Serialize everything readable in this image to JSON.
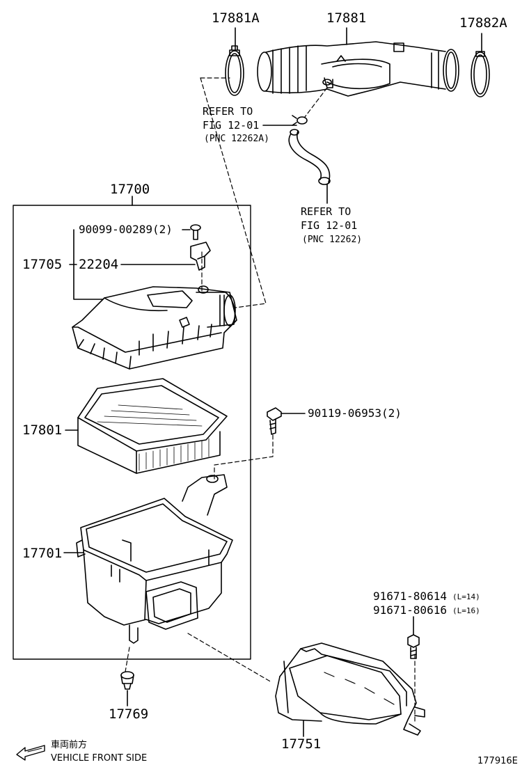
{
  "labels": {
    "clamp_17881A": "17881A",
    "hose_17881": "17881",
    "clamp_17882A": "17882A",
    "refer_1_line1": "REFER TO",
    "refer_1_line2": "FIG 12-01",
    "refer_1_line3": "(PNC 12262A)",
    "refer_2_line1": "REFER TO",
    "refer_2_line2": "FIG 12-01",
    "refer_2_line3": "(PNC 12262)",
    "assy_17700": "17700",
    "screw_90099": "90099-00289(2)",
    "cap_17705": "17705",
    "sensor_22204": "22204",
    "element_17801": "17801",
    "bolt_90119": "90119-06953(2)",
    "case_17701": "17701",
    "bolt_91671_a": "91671-80614",
    "bolt_91671_a_len": "(L=14)",
    "bolt_91671_b": "91671-80616",
    "bolt_91671_b_len": "(L=16)",
    "cushion_17769": "17769",
    "inlet_17751": "17751",
    "front_jp": "車両前方",
    "front_en": "VEHICLE FRONT SIDE",
    "figure_id": "177916E"
  }
}
